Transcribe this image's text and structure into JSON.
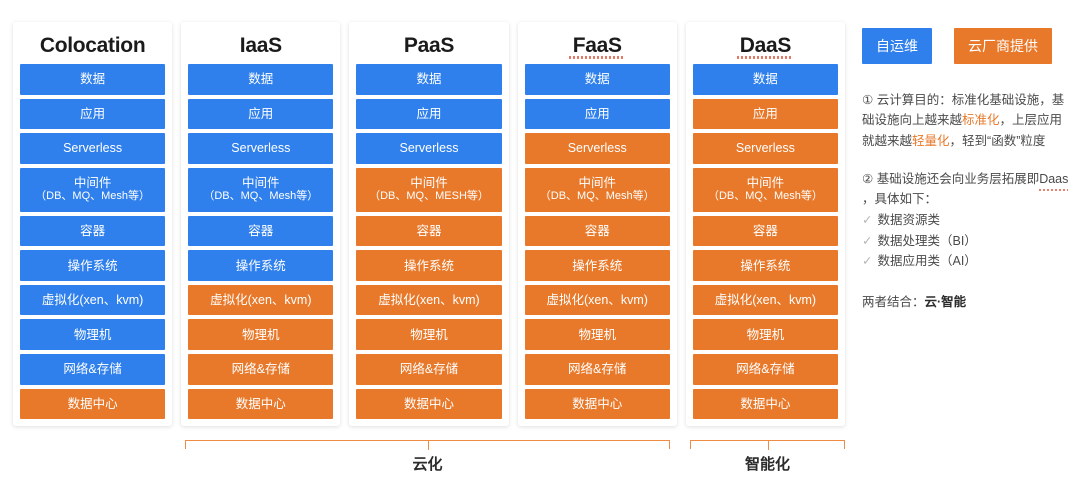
{
  "diagram": {
    "title_squiggle_columns": [
      "FaaS",
      "DaaS"
    ],
    "colors": {
      "self_managed": "#2f80ec",
      "cloud_provided": "#e8792a",
      "bracket": "#ef8b45"
    },
    "layer_names": [
      "数据",
      "应用",
      "Serverless",
      "中间件",
      "容器",
      "操作系统",
      "虚拟化(xen、kvm)",
      "物理机",
      "网络&存储",
      "数据中心"
    ],
    "columns": [
      {
        "title": "Colocation",
        "layers": [
          {
            "label": "数据",
            "fill": "blue"
          },
          {
            "label": "应用",
            "fill": "blue"
          },
          {
            "label": "Serverless",
            "fill": "blue"
          },
          {
            "label": "中间件",
            "sublabel": "（DB、MQ、Mesh等）",
            "fill": "blue"
          },
          {
            "label": "容器",
            "fill": "blue"
          },
          {
            "label": "操作系统",
            "fill": "blue"
          },
          {
            "label": "虚拟化(xen、kvm)",
            "fill": "blue"
          },
          {
            "label": "物理机",
            "fill": "blue"
          },
          {
            "label": "网络&存储",
            "fill": "blue"
          },
          {
            "label": "数据中心",
            "fill": "orange"
          }
        ]
      },
      {
        "title": "IaaS",
        "layers": [
          {
            "label": "数据",
            "fill": "blue"
          },
          {
            "label": "应用",
            "fill": "blue"
          },
          {
            "label": "Serverless",
            "fill": "blue"
          },
          {
            "label": "中间件",
            "sublabel": "（DB、MQ、Mesh等）",
            "fill": "blue"
          },
          {
            "label": "容器",
            "fill": "blue"
          },
          {
            "label": "操作系统",
            "fill": "blue"
          },
          {
            "label": "虚拟化(xen、kvm)",
            "fill": "orange"
          },
          {
            "label": "物理机",
            "fill": "orange"
          },
          {
            "label": "网络&存储",
            "fill": "orange"
          },
          {
            "label": "数据中心",
            "fill": "orange"
          }
        ]
      },
      {
        "title": "PaaS",
        "layers": [
          {
            "label": "数据",
            "fill": "blue"
          },
          {
            "label": "应用",
            "fill": "blue"
          },
          {
            "label": "Serverless",
            "fill": "blue"
          },
          {
            "label": "中间件",
            "sublabel": "（DB、MQ、MESH等）",
            "fill": "orange"
          },
          {
            "label": "容器",
            "fill": "orange"
          },
          {
            "label": "操作系统",
            "fill": "orange"
          },
          {
            "label": "虚拟化(xen、kvm)",
            "fill": "orange"
          },
          {
            "label": "物理机",
            "fill": "orange"
          },
          {
            "label": "网络&存储",
            "fill": "orange"
          },
          {
            "label": "数据中心",
            "fill": "orange"
          }
        ]
      },
      {
        "title": "FaaS",
        "layers": [
          {
            "label": "数据",
            "fill": "blue"
          },
          {
            "label": "应用",
            "fill": "blue"
          },
          {
            "label": "Serverless",
            "fill": "orange"
          },
          {
            "label": "中间件",
            "sublabel": "（DB、MQ、Mesh等）",
            "fill": "orange"
          },
          {
            "label": "容器",
            "fill": "orange"
          },
          {
            "label": "操作系统",
            "fill": "orange"
          },
          {
            "label": "虚拟化(xen、kvm)",
            "fill": "orange"
          },
          {
            "label": "物理机",
            "fill": "orange"
          },
          {
            "label": "网络&存储",
            "fill": "orange"
          },
          {
            "label": "数据中心",
            "fill": "orange"
          }
        ]
      },
      {
        "title": "DaaS",
        "layers": [
          {
            "label": "数据",
            "fill": "blue"
          },
          {
            "label": "应用",
            "fill": "orange"
          },
          {
            "label": "Serverless",
            "fill": "orange"
          },
          {
            "label": "中间件",
            "sublabel": "（DB、MQ、Mesh等）",
            "fill": "orange"
          },
          {
            "label": "容器",
            "fill": "orange"
          },
          {
            "label": "操作系统",
            "fill": "orange"
          },
          {
            "label": "虚拟化(xen、kvm)",
            "fill": "orange"
          },
          {
            "label": "物理机",
            "fill": "orange"
          },
          {
            "label": "网络&存储",
            "fill": "orange"
          },
          {
            "label": "数据中心",
            "fill": "orange"
          }
        ]
      }
    ],
    "brackets": [
      {
        "label": "云化",
        "spans": [
          "IaaS",
          "PaaS",
          "FaaS"
        ]
      },
      {
        "label": "智能化",
        "spans": [
          "DaaS"
        ]
      }
    ]
  },
  "legend": {
    "items": [
      {
        "label": "自运维",
        "fill": "blue"
      },
      {
        "label": "云厂商提供",
        "fill": "orange"
      }
    ]
  },
  "notes": {
    "note1": {
      "marker": "①",
      "part1": " 云计算目的：标准化基础设施，基础设施向上越来越",
      "hl1": "标准化",
      "part2": "，上层应用就越来越",
      "hl2": "轻量化",
      "part3": "，轻到“函数”粒度"
    },
    "note2": {
      "marker": "②",
      "text_before": " 基础设施还会向业务层拓展即",
      "term": "Daas",
      "text_after": "，具体如下：",
      "checks": [
        {
          "tick": "✓",
          "label": "数据资源类"
        },
        {
          "tick": "✓",
          "label": "数据处理类（BI）"
        },
        {
          "tick": "✓",
          "label": "数据应用类（AI）"
        }
      ]
    },
    "conclusion": {
      "prefix": "两者结合：",
      "emphasis": "云·智能"
    }
  }
}
